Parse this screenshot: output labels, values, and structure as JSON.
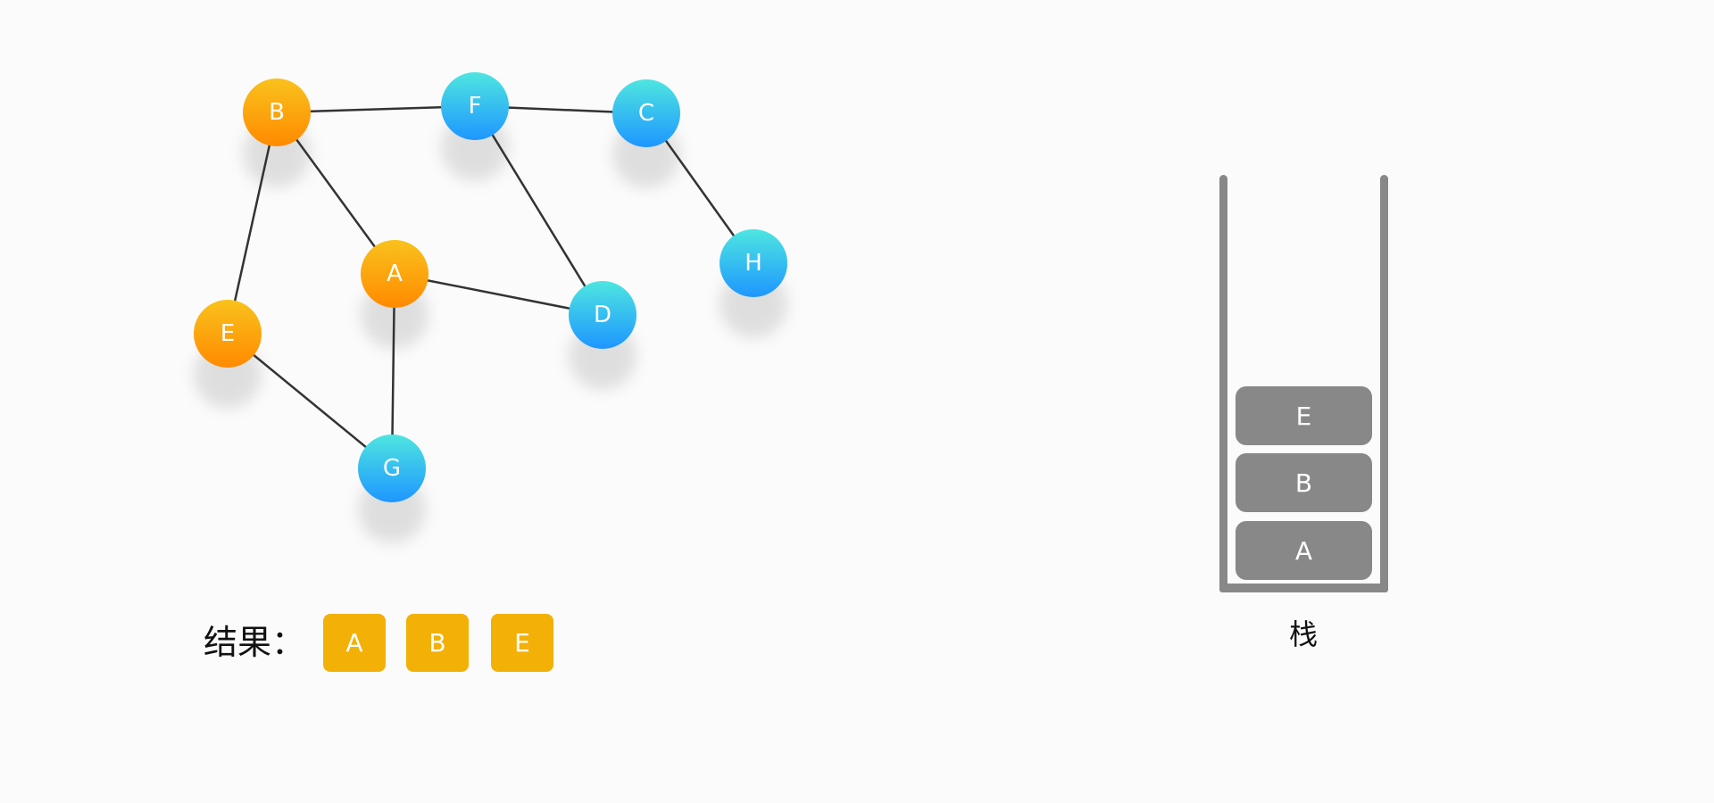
{
  "colors": {
    "visited_node_top": "#f9c21c",
    "visited_node_bottom": "#ff8a00",
    "unvisited_node_top": "#4ee6e0",
    "unvisited_node_bottom": "#1e96ff",
    "edge": "#333333",
    "result_box": "#f3b006",
    "stack": "#888888"
  },
  "graph": {
    "nodes": [
      {
        "id": "B",
        "label": "B",
        "visited": true
      },
      {
        "id": "F",
        "label": "F",
        "visited": false
      },
      {
        "id": "C",
        "label": "C",
        "visited": false
      },
      {
        "id": "A",
        "label": "A",
        "visited": true
      },
      {
        "id": "H",
        "label": "H",
        "visited": false
      },
      {
        "id": "E",
        "label": "E",
        "visited": true
      },
      {
        "id": "D",
        "label": "D",
        "visited": false
      },
      {
        "id": "G",
        "label": "G",
        "visited": false
      }
    ],
    "edges": [
      [
        "B",
        "F"
      ],
      [
        "F",
        "C"
      ],
      [
        "B",
        "A"
      ],
      [
        "B",
        "E"
      ],
      [
        "F",
        "D"
      ],
      [
        "C",
        "H"
      ],
      [
        "A",
        "D"
      ],
      [
        "A",
        "G"
      ],
      [
        "E",
        "G"
      ]
    ]
  },
  "result": {
    "label": "结果：",
    "items": [
      "A",
      "B",
      "E"
    ]
  },
  "stack": {
    "caption": "栈",
    "items_top_to_bottom": [
      "E",
      "B",
      "A"
    ]
  }
}
